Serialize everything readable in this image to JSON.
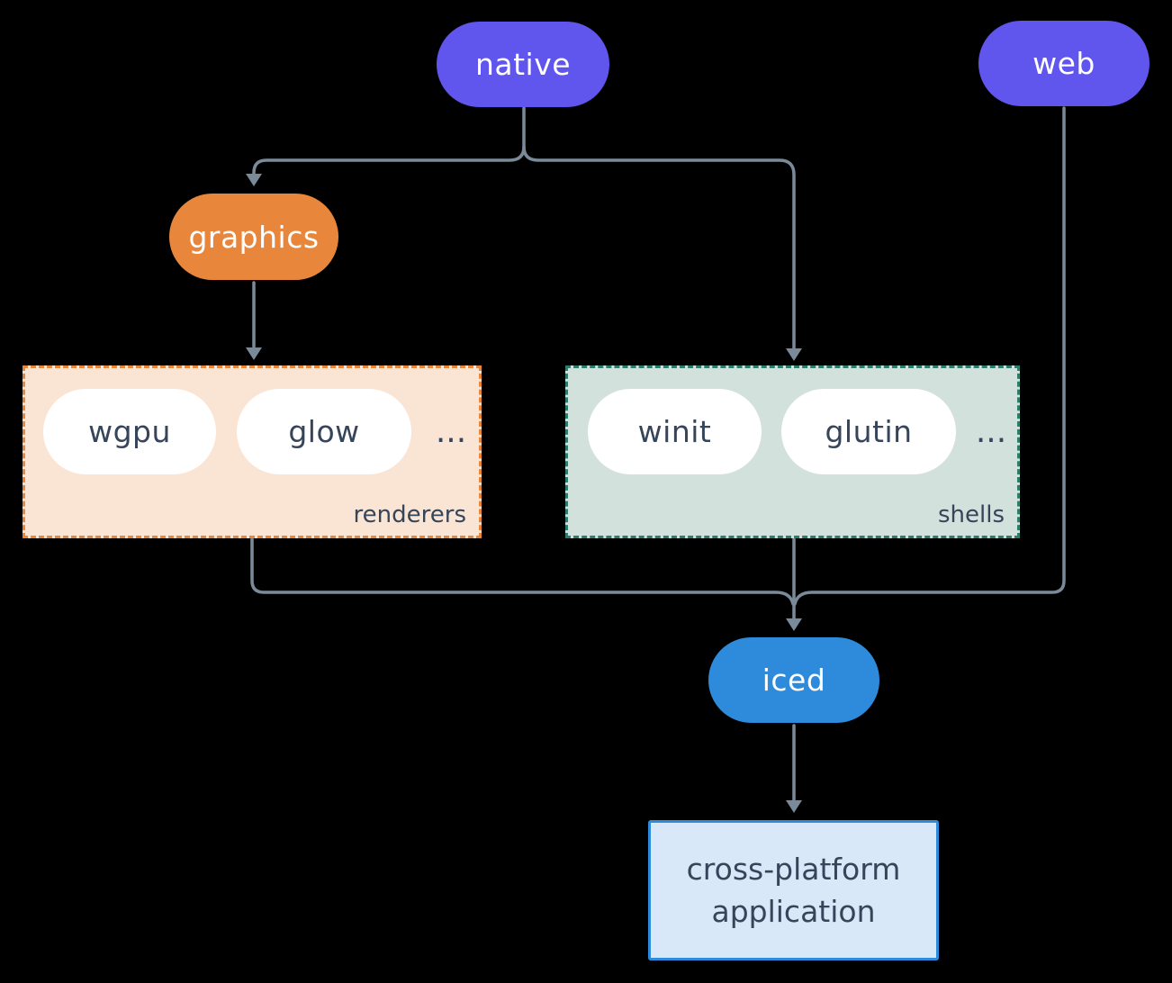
{
  "diagram": {
    "nodes": {
      "native": {
        "label": "native"
      },
      "web": {
        "label": "web"
      },
      "graphics": {
        "label": "graphics"
      },
      "iced": {
        "label": "iced"
      },
      "application": {
        "label": "cross-platform application"
      }
    },
    "groups": {
      "renderers": {
        "label": "renderers",
        "items": [
          {
            "label": "wgpu"
          },
          {
            "label": "glow"
          }
        ],
        "ellipsis": "..."
      },
      "shells": {
        "label": "shells",
        "items": [
          {
            "label": "winit"
          },
          {
            "label": "glutin"
          }
        ],
        "ellipsis": "..."
      }
    }
  },
  "theme": {
    "background": "#000000",
    "purple": "#6055ED",
    "orange": "#E8873C",
    "blue": "#2E8BDC",
    "renderers_bg": "#FAE5D5",
    "renderers_border": "#E8873C",
    "shells_bg": "#D2E1DB",
    "shells_border": "#2D7D6E",
    "app_bg": "#D8E8F8",
    "app_border": "#2E8BDC",
    "line": "#7A8A99",
    "dark_text": "#36455A",
    "light_text": "#FFFFFF",
    "pill_bg": "#FFFFFF"
  }
}
